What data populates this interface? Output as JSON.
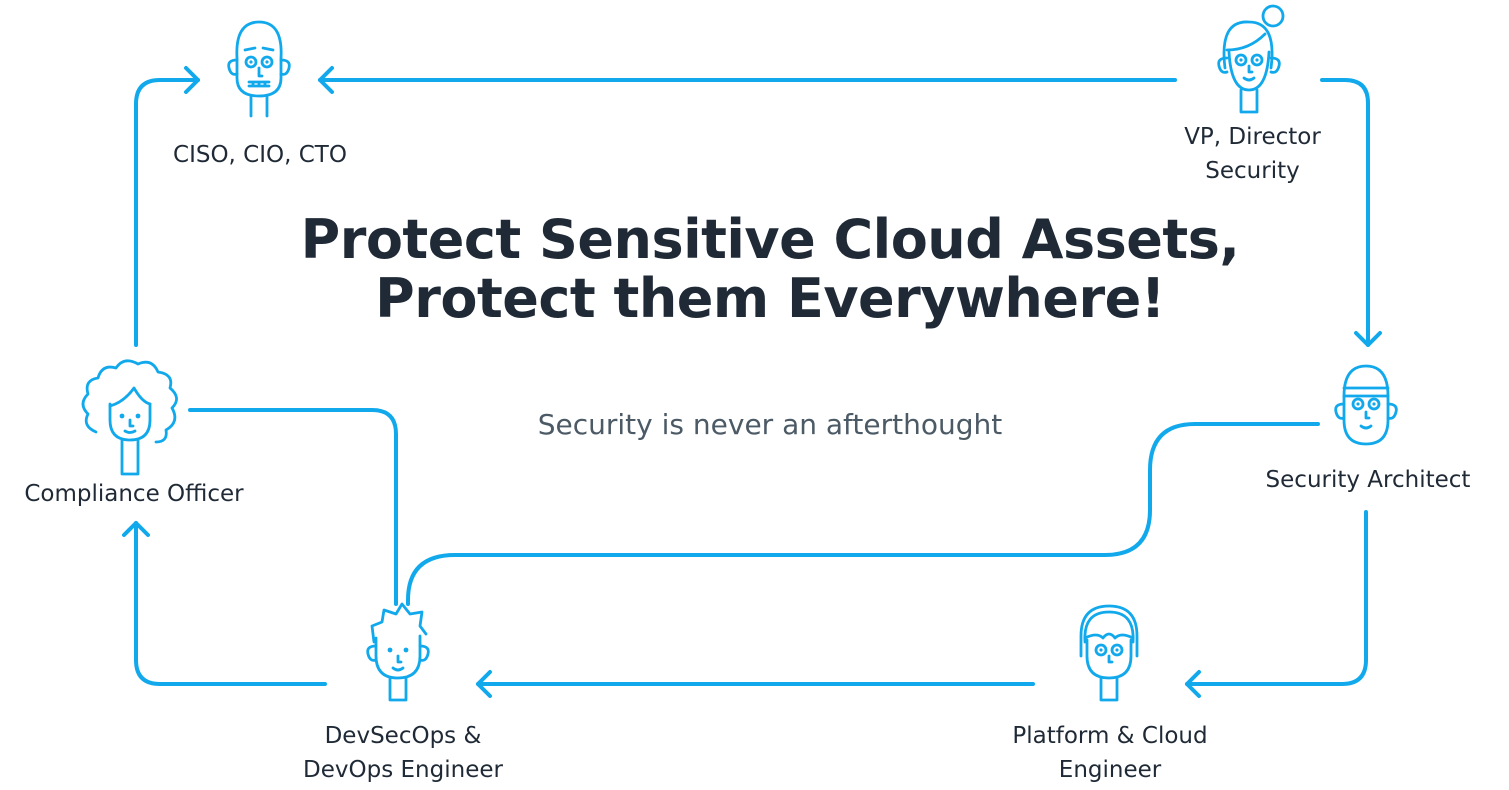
{
  "headline": "Protect Sensitive Cloud Assets, Protect them Everywhere!",
  "tagline": "Security is never an afterthought",
  "accent_color": "#11a9ec",
  "text_color": "#1f2a36",
  "roles": {
    "ciso": {
      "label": "CISO, CIO, CTO",
      "icon": "bald-man-face-icon"
    },
    "vp": {
      "label_line1": "VP, Director",
      "label_line2": "Security",
      "icon": "woman-with-bun-face-icon"
    },
    "architect": {
      "label": "Security Architect",
      "icon": "person-with-cap-face-icon"
    },
    "platform": {
      "label_line1": "Platform & Cloud",
      "label_line2": "Engineer",
      "icon": "woman-with-headset-face-icon"
    },
    "devsecops": {
      "label_line1": "DevSecOps &",
      "label_line2": "DevOps Engineer",
      "icon": "spiky-hair-face-icon"
    },
    "compliance": {
      "label": "Compliance Officer",
      "icon": "curly-hair-face-icon"
    }
  }
}
